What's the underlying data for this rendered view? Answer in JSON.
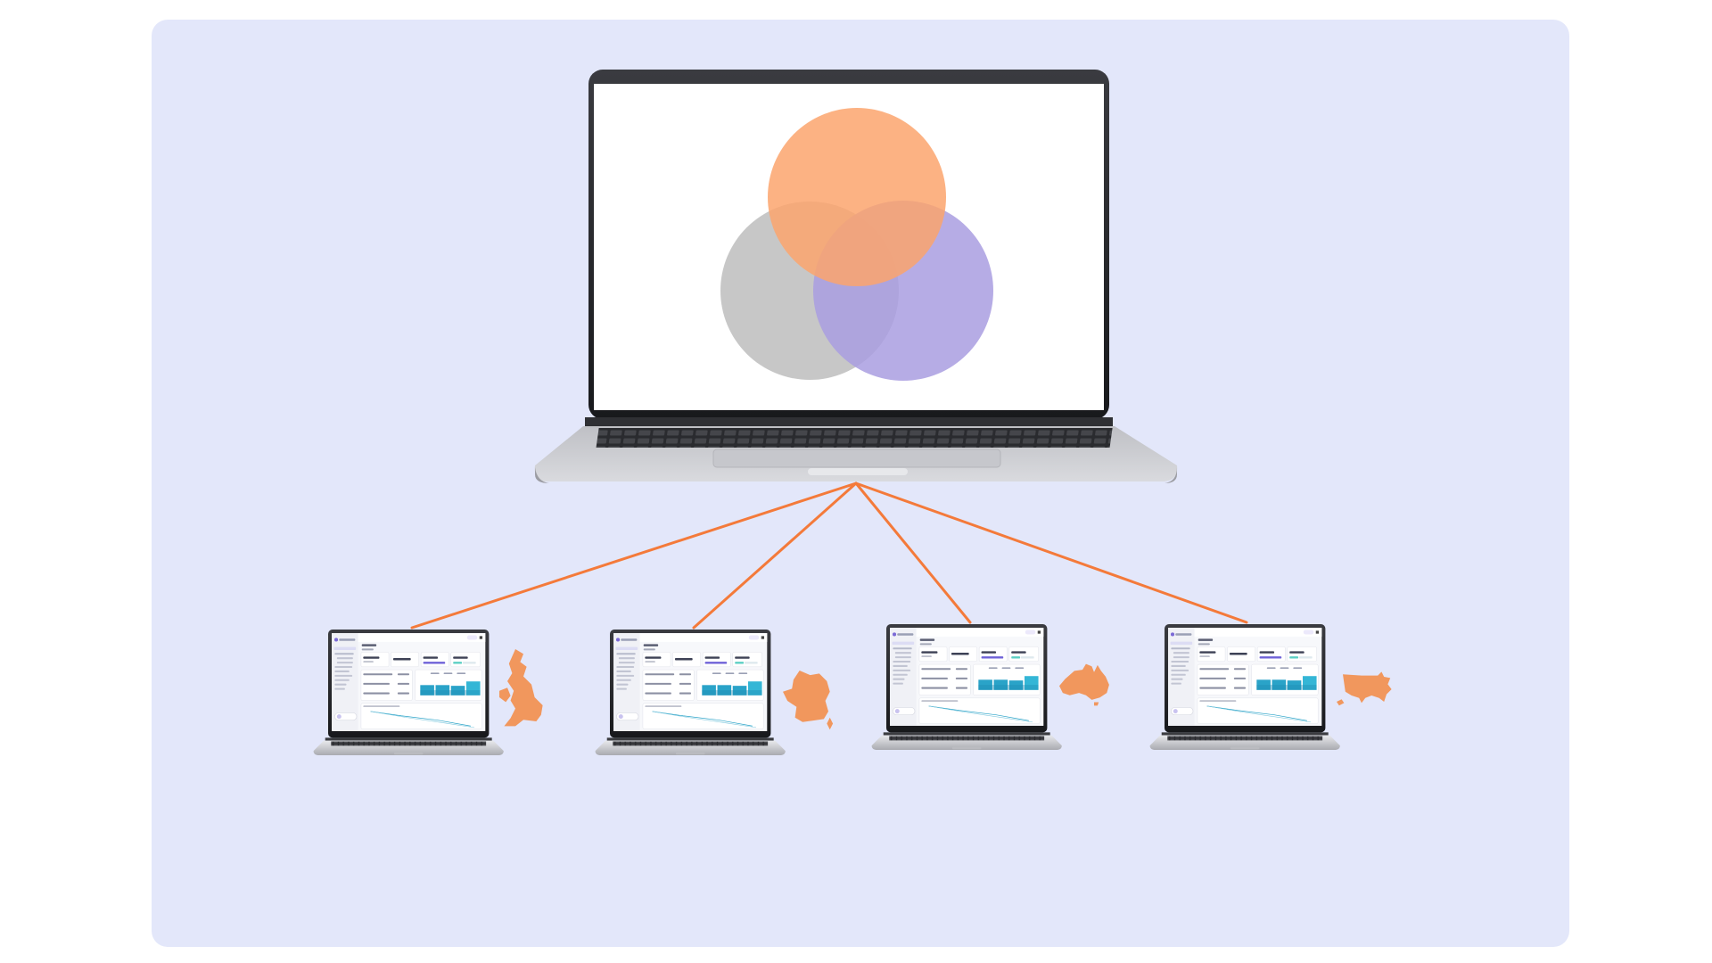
{
  "colors": {
    "background": "#e3e7fa",
    "connector": "#f47a3a",
    "circle_orange": "#fba46d",
    "circle_gray": "#c4c4c4",
    "circle_purple": "#a99ee0",
    "country_fill": "#f1975d",
    "laptop_body": "#cfd0d4",
    "laptop_bezel": "#1e1f22",
    "dashboard_accent": "#2aa3c8"
  },
  "hub": {
    "circles": [
      {
        "name": "orange",
        "color_key": "circle_orange"
      },
      {
        "name": "gray",
        "color_key": "circle_gray"
      },
      {
        "name": "purple",
        "color_key": "circle_purple"
      }
    ]
  },
  "nodes": [
    {
      "region": "united-kingdom",
      "icon": "uk-map-icon"
    },
    {
      "region": "france",
      "icon": "france-map-icon"
    },
    {
      "region": "australia",
      "icon": "australia-map-icon"
    },
    {
      "region": "united-states",
      "icon": "usa-map-icon"
    }
  ]
}
